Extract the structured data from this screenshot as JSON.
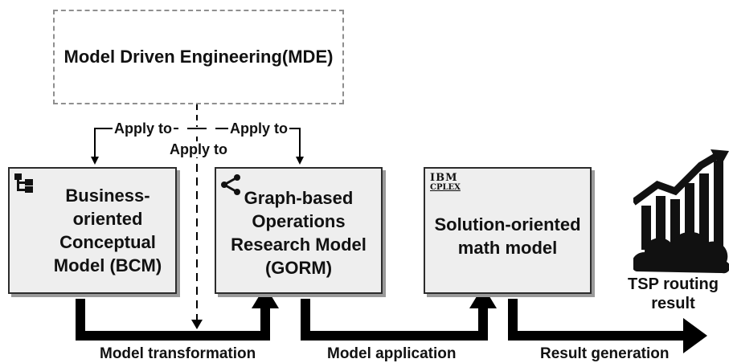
{
  "diagram": {
    "mde_box": {
      "label": "Model Driven Engineering(MDE)"
    },
    "apply_labels": {
      "left": "Apply to",
      "middle": "Apply to",
      "right": "Apply to"
    },
    "bcm_box": {
      "label": "Business-oriented Conceptual Model (BCM)",
      "icon": "hierarchy-icon"
    },
    "gorm_box": {
      "label": "Graph-based Operations Research Model (GORM)",
      "icon": "share-graph-icon"
    },
    "solution_box": {
      "label": "Solution-oriented math model",
      "logo": {
        "line1": "IBM",
        "line2": "CPLEX"
      }
    },
    "result": {
      "label": "TSP routing result",
      "icon": "cloud-growth-chart-icon"
    },
    "flow_labels": {
      "transformation": "Model transformation",
      "application": "Model application",
      "generation": "Result generation"
    },
    "colors": {
      "box_fill": "#eeeeee",
      "box_border": "#2c2c2c",
      "dashed_border": "#8f8f8f",
      "flow_arrow": "#000000"
    }
  }
}
